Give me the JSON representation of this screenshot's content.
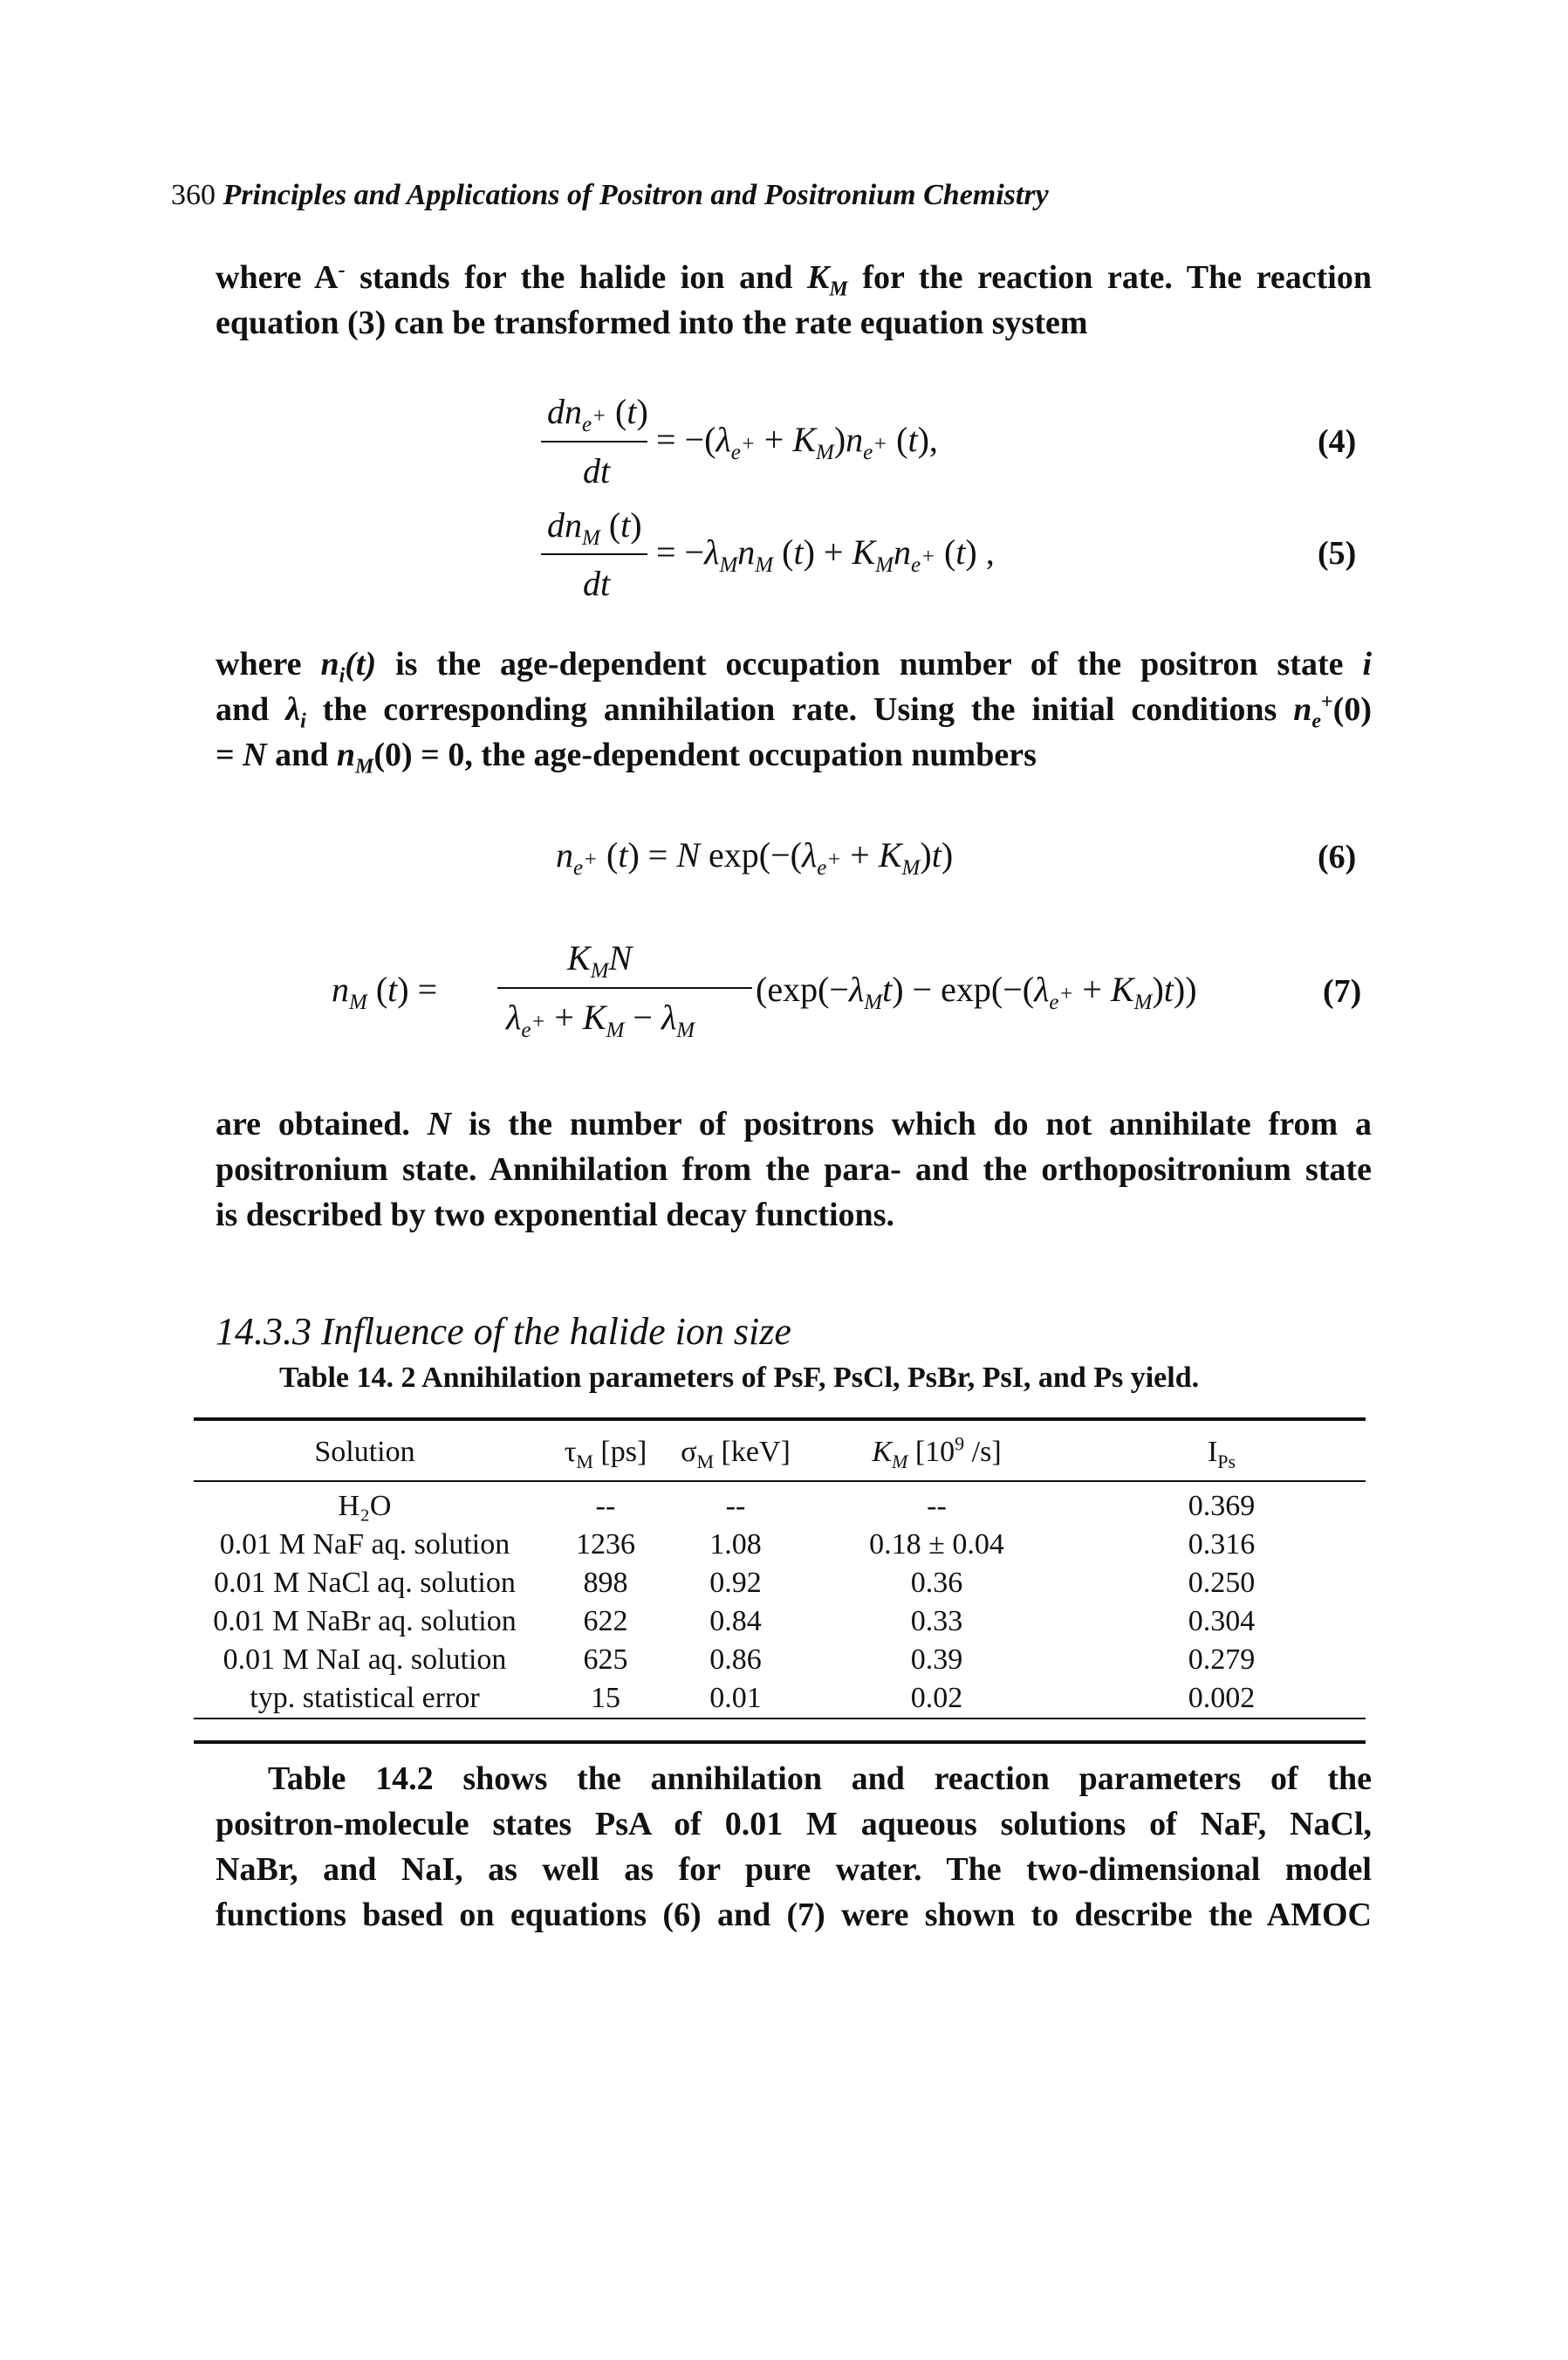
{
  "header": {
    "page_number": "360",
    "book_title": "Principles and Applications of Positron and Positronium Chemistry"
  },
  "intro": {
    "line1_a": "where A",
    "line1_sup": "-",
    "line1_b": " stands for the halide ion and ",
    "line1_km": "K",
    "line1_km_sub": "M",
    "line1_c": " for the reaction rate. The reaction",
    "line2": "equation (3) can be transformed into the rate equation system"
  },
  "equations": {
    "eq4_number": "(4)",
    "eq5_number": "(5)",
    "eq6_number": "(6)",
    "eq7_number": "(7)"
  },
  "paragraph2": {
    "l1_a": "where ",
    "l1_n": "n",
    "l1_sub": "i",
    "l1_t": "(t)",
    "l1_b": " is the age-dependent occupation number of the positron state ",
    "l1_i": "i",
    "l2_a": "and ",
    "l2_lambda": "λ",
    "l2_sub": "i",
    "l2_b": " the corresponding annihilation rate. Using the initial conditions ",
    "l2_n": "n",
    "l2_nsub": "e",
    "l2_nsup": "+",
    "l2_c": "(0)",
    "l3_a": "= ",
    "l3_N": "N",
    "l3_b": " and ",
    "l3_n": "n",
    "l3_sub": "M",
    "l3_c": "(0) = 0, the age-dependent occupation numbers"
  },
  "paragraph3": {
    "l1_a": "are obtained. ",
    "l1_N": "N",
    "l1_b": " is the number of positrons which do not annihilate from a",
    "l2": "positronium state. Annihilation from the para- and the orthopositronium state",
    "l3": "is described by two exponential decay functions."
  },
  "section": {
    "number": "14.3.3",
    "title": "Influence of the halide ion size"
  },
  "table": {
    "caption": "Table 14. 2 Annihilation parameters of PsF, PsCl, PsBr, PsI, and Ps yield.",
    "headers": {
      "solution": "Solution",
      "tau": "τ",
      "tau_sub": "M",
      "tau_unit": " [ps]",
      "sigma": "σ",
      "sigma_sub": "M",
      "sigma_unit": " [keV]",
      "k": "K",
      "k_sub": "M",
      "k_unit_a": " [10",
      "k_unit_sup": "9",
      "k_unit_b": " /s]",
      "ips": "I",
      "ips_sub": "Ps"
    },
    "rows": [
      {
        "solution": "H₂O",
        "tau": "--",
        "sigma": "--",
        "k": "--",
        "ips": "0.369"
      },
      {
        "solution": "0.01 M NaF aq. solution",
        "tau": "1236",
        "sigma": "1.08",
        "k": "0.18 ± 0.04",
        "ips": "0.316"
      },
      {
        "solution": "0.01 M NaCl aq. solution",
        "tau": "898",
        "sigma": "0.92",
        "k": "0.36",
        "ips": "0.250"
      },
      {
        "solution": "0.01 M NaBr aq. solution",
        "tau": "622",
        "sigma": "0.84",
        "k": "0.33",
        "ips": "0.304"
      },
      {
        "solution": "0.01 M NaI aq. solution",
        "tau": "625",
        "sigma": "0.86",
        "k": "0.39",
        "ips": "0.279"
      },
      {
        "solution": "typ. statistical error",
        "tau": "15",
        "sigma": "0.01",
        "k": "0.02",
        "ips": "0.002"
      }
    ]
  },
  "paragraph4": {
    "l1": "Table 14.2 shows the annihilation and reaction parameters of the",
    "l2": "positron-molecule states PsA of 0.01 M aqueous solutions of NaF, NaCl,",
    "l3": "NaBr, and NaI, as well as for pure water. The two-dimensional model",
    "l4": "functions based on equations (6) and (7) were shown to describe the AMOC"
  }
}
